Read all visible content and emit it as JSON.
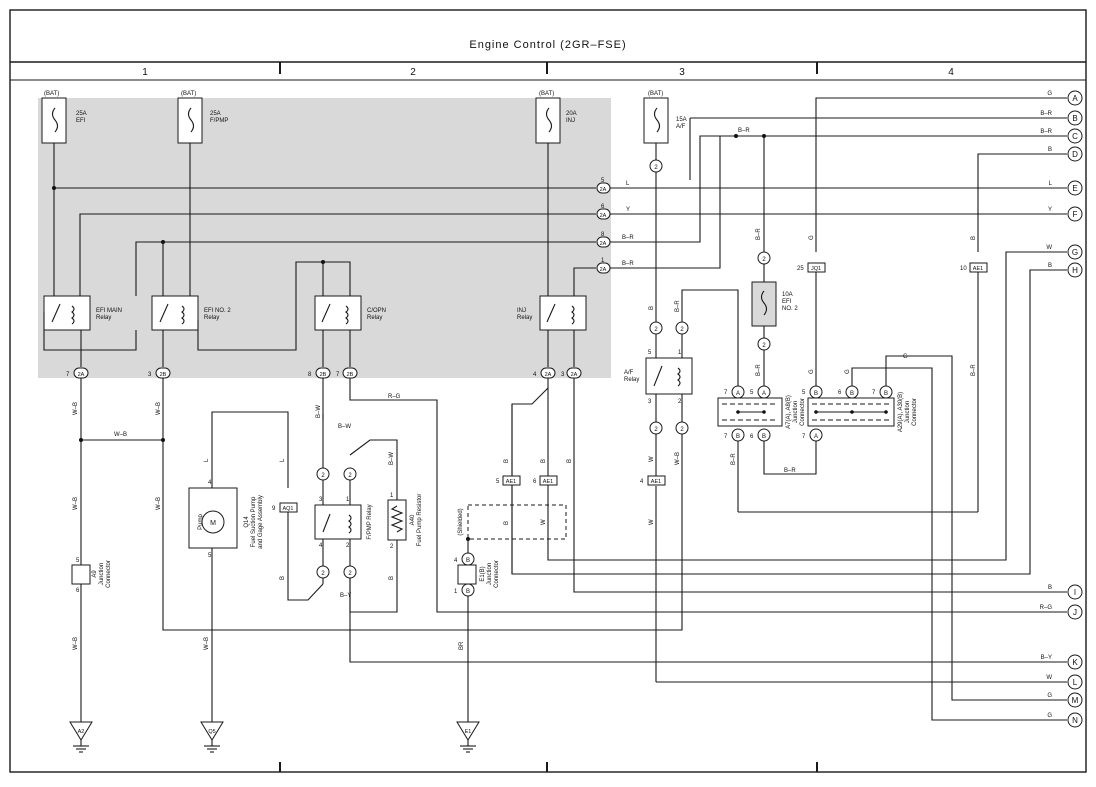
{
  "title": "Engine Control (2GR–FSE)",
  "columns": [
    "1",
    "2",
    "3",
    "4"
  ],
  "fuses": [
    {
      "source": "(BAT)",
      "rating": "25A",
      "name": "EFI"
    },
    {
      "source": "(BAT)",
      "rating": "25A",
      "name": "F/PMP"
    },
    {
      "source": "(BAT)",
      "rating": "20A",
      "name": "INJ"
    },
    {
      "source": "(BAT)",
      "rating": "15A",
      "name": "A/F"
    },
    {
      "source": "",
      "rating": "10A",
      "name1": "EFI",
      "name2": "NO. 2"
    }
  ],
  "relays": {
    "efi_main": [
      "EFI MAIN",
      "Relay"
    ],
    "efi_no2": [
      "EFI NO. 2",
      "Relay"
    ],
    "ccpn": [
      "C/OPN",
      "Relay"
    ],
    "inj": [
      "INJ",
      "Relay"
    ],
    "af": [
      "A/F",
      "Relay"
    ],
    "fpmp": "F/PMP Relay"
  },
  "connector_pins": {
    "c2A_5": "5",
    "c2A_6": "6",
    "c2A_8": "8",
    "c2A_1": "1",
    "p7": "7",
    "p3": "3",
    "p8": "8",
    "p4": "4",
    "p5": "5",
    "p6": "6",
    "p9": "9",
    "p2": "2",
    "p1": "1",
    "p10": "10",
    "p25": "25"
  },
  "connectors": {
    "c2A": "2A",
    "c2B": "2B",
    "c2": "2",
    "ae1": "AE1",
    "aq1": "AQ1",
    "jq1": "JQ1",
    "ca": "A",
    "cb": "B"
  },
  "components": {
    "q14": [
      "Q14",
      "Fuel Suction Pump",
      "and Gage Assembly"
    ],
    "pump": "Pump",
    "motor": "M",
    "a40": [
      "A40",
      "Fuel Pump Resistor"
    ],
    "a9": [
      "A9",
      "Junction",
      "Connector"
    ],
    "e1b": [
      "E1(B)",
      "Junction",
      "Connector"
    ],
    "a7": [
      "A7(A), A8(B)",
      "Junction",
      "Connector"
    ],
    "a29": [
      "A29(A), A30(B)",
      "Junction",
      "Connector"
    ],
    "shielded": "(Shielded)"
  },
  "grounds": [
    "A2",
    "Q5",
    "E1"
  ],
  "wire_colors": {
    "L": "L",
    "Y": "Y",
    "BR": "B–R",
    "WB": "W–B",
    "B": "B",
    "W": "W",
    "RG": "R–G",
    "BW": "B–W",
    "BY": "B–Y",
    "G": "G",
    "brN": "BR"
  },
  "right_terminals": [
    {
      "id": "A",
      "color": "G"
    },
    {
      "id": "B",
      "color": "B–R"
    },
    {
      "id": "C",
      "color": "B–R"
    },
    {
      "id": "D",
      "color": "B"
    },
    {
      "id": "E",
      "color": "L"
    },
    {
      "id": "F",
      "color": "Y"
    },
    {
      "id": "G",
      "color": "W"
    },
    {
      "id": "H",
      "color": "B"
    },
    {
      "id": "I",
      "color": "B"
    },
    {
      "id": "J",
      "color": "R–G"
    },
    {
      "id": "K",
      "color": "B–Y"
    },
    {
      "id": "L",
      "color": "W"
    },
    {
      "id": "M",
      "color": "G"
    },
    {
      "id": "N",
      "color": "G"
    }
  ]
}
